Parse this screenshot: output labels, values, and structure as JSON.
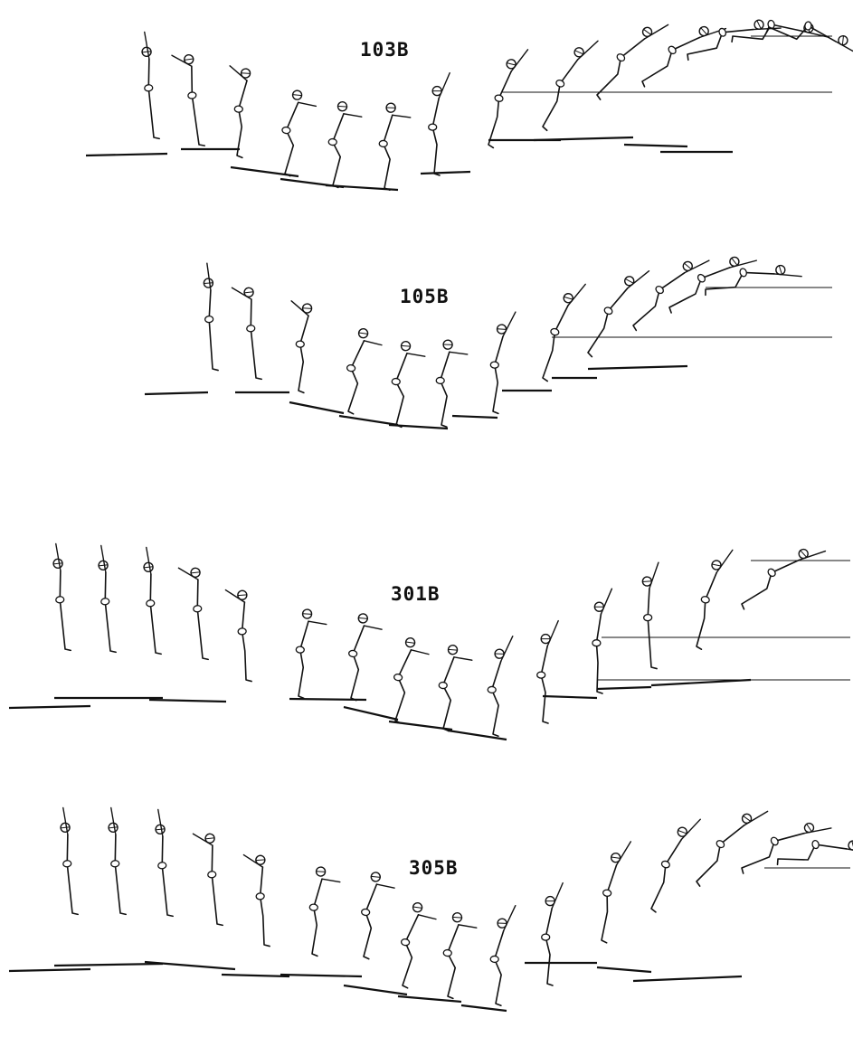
{
  "figure": {
    "panels": [
      {
        "id": "103B",
        "label": "103B"
      },
      {
        "id": "105B",
        "label": "105B"
      },
      {
        "id": "301B",
        "label": "301B"
      },
      {
        "id": "305B",
        "label": "305B"
      }
    ],
    "colors": {
      "ink": "#111111",
      "background": "#ffffff"
    }
  }
}
